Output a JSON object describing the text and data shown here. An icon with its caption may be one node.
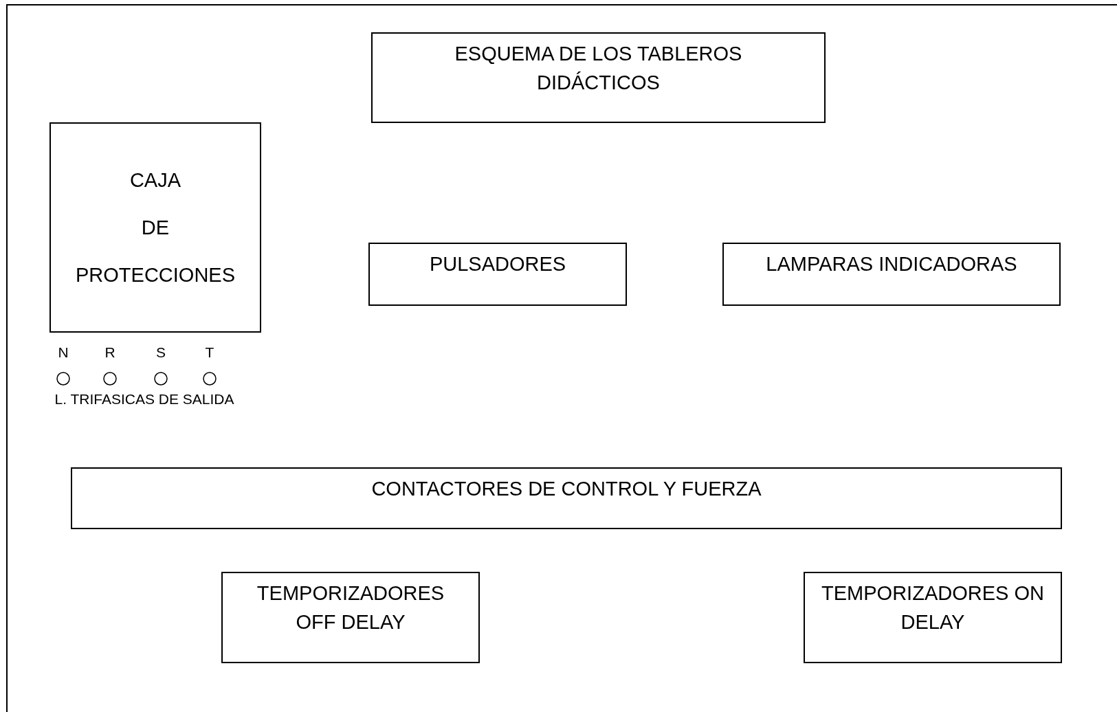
{
  "diagram": {
    "nodes": [
      {
        "text": [
          "ESQUEMA DE LOS TABLEROS DIDÁCTICOS"
        ]
      },
      {
        "text": [
          "CAJA DE PROTECCIONES"
        ]
      },
      {
        "text": [
          "PULSADORES"
        ]
      },
      {
        "text": [
          "LAMPARAS INDICADORAS"
        ]
      },
      {
        "text": [
          "CONTACTORES DE CONTROL Y FUERZA"
        ]
      },
      {
        "text": [
          "TEMPORIZADORES OFF DELAY"
        ]
      },
      {
        "text": [
          "TEMPORIZADORES ON DELAY"
        ]
      }
    ],
    "labels": [
      "N",
      "R",
      "S",
      "T",
      "L. TRIFASICAS DE SALIDA"
    ]
  }
}
